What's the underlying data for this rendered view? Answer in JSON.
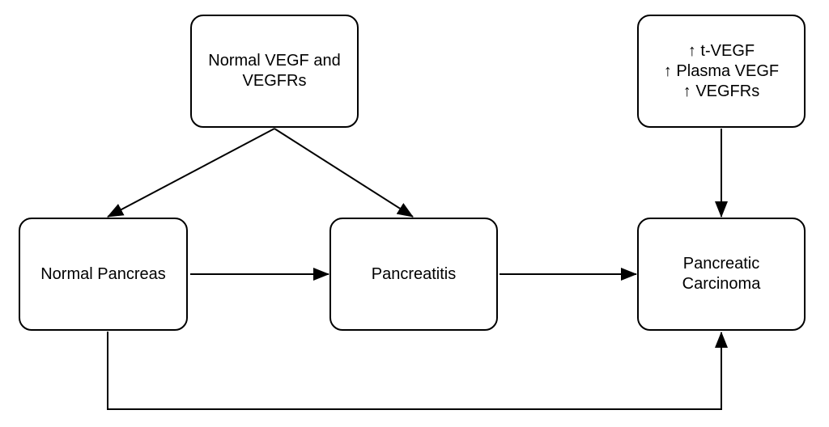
{
  "colors": {
    "stroke": "#000000",
    "fill": "#ffffff",
    "text": "#000000"
  },
  "nodes": {
    "vegf_normal": {
      "lines": [
        "Normal VEGF and",
        "VEGFRs"
      ]
    },
    "vegf_elevated": {
      "lines": [
        "↑ t-VEGF",
        "↑ Plasma VEGF",
        "↑ VEGFRs"
      ]
    },
    "normal_pancreas": {
      "lines": [
        "Normal Pancreas"
      ]
    },
    "pancreatitis": {
      "lines": [
        "Pancreatitis"
      ]
    },
    "carcinoma": {
      "lines": [
        "Pancreatic",
        "Carcinoma"
      ]
    }
  },
  "edges": [
    {
      "from": "vegf_normal",
      "to": "normal_pancreas"
    },
    {
      "from": "vegf_normal",
      "to": "pancreatitis"
    },
    {
      "from": "normal_pancreas",
      "to": "pancreatitis"
    },
    {
      "from": "pancreatitis",
      "to": "carcinoma"
    },
    {
      "from": "vegf_elevated",
      "to": "carcinoma"
    },
    {
      "from": "normal_pancreas",
      "to": "carcinoma"
    }
  ]
}
